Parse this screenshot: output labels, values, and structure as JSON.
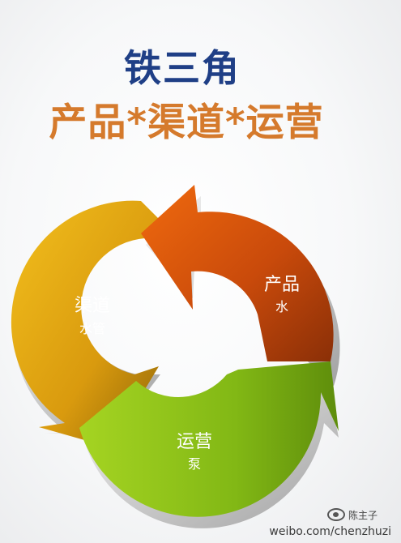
{
  "title": "铁三角",
  "subtitle": "产品*渠道*运营",
  "segments": {
    "product": {
      "label": "产品",
      "sublabel": "水",
      "color": "#c9520d"
    },
    "channel": {
      "label": "渠道",
      "sublabel": "水管",
      "color": "#e0a10f"
    },
    "operation": {
      "label": "运营",
      "sublabel": "泵",
      "color": "#8cbf1b"
    }
  },
  "watermark": {
    "name": "陈主子",
    "url": "weibo.com/chenzhuzi"
  }
}
